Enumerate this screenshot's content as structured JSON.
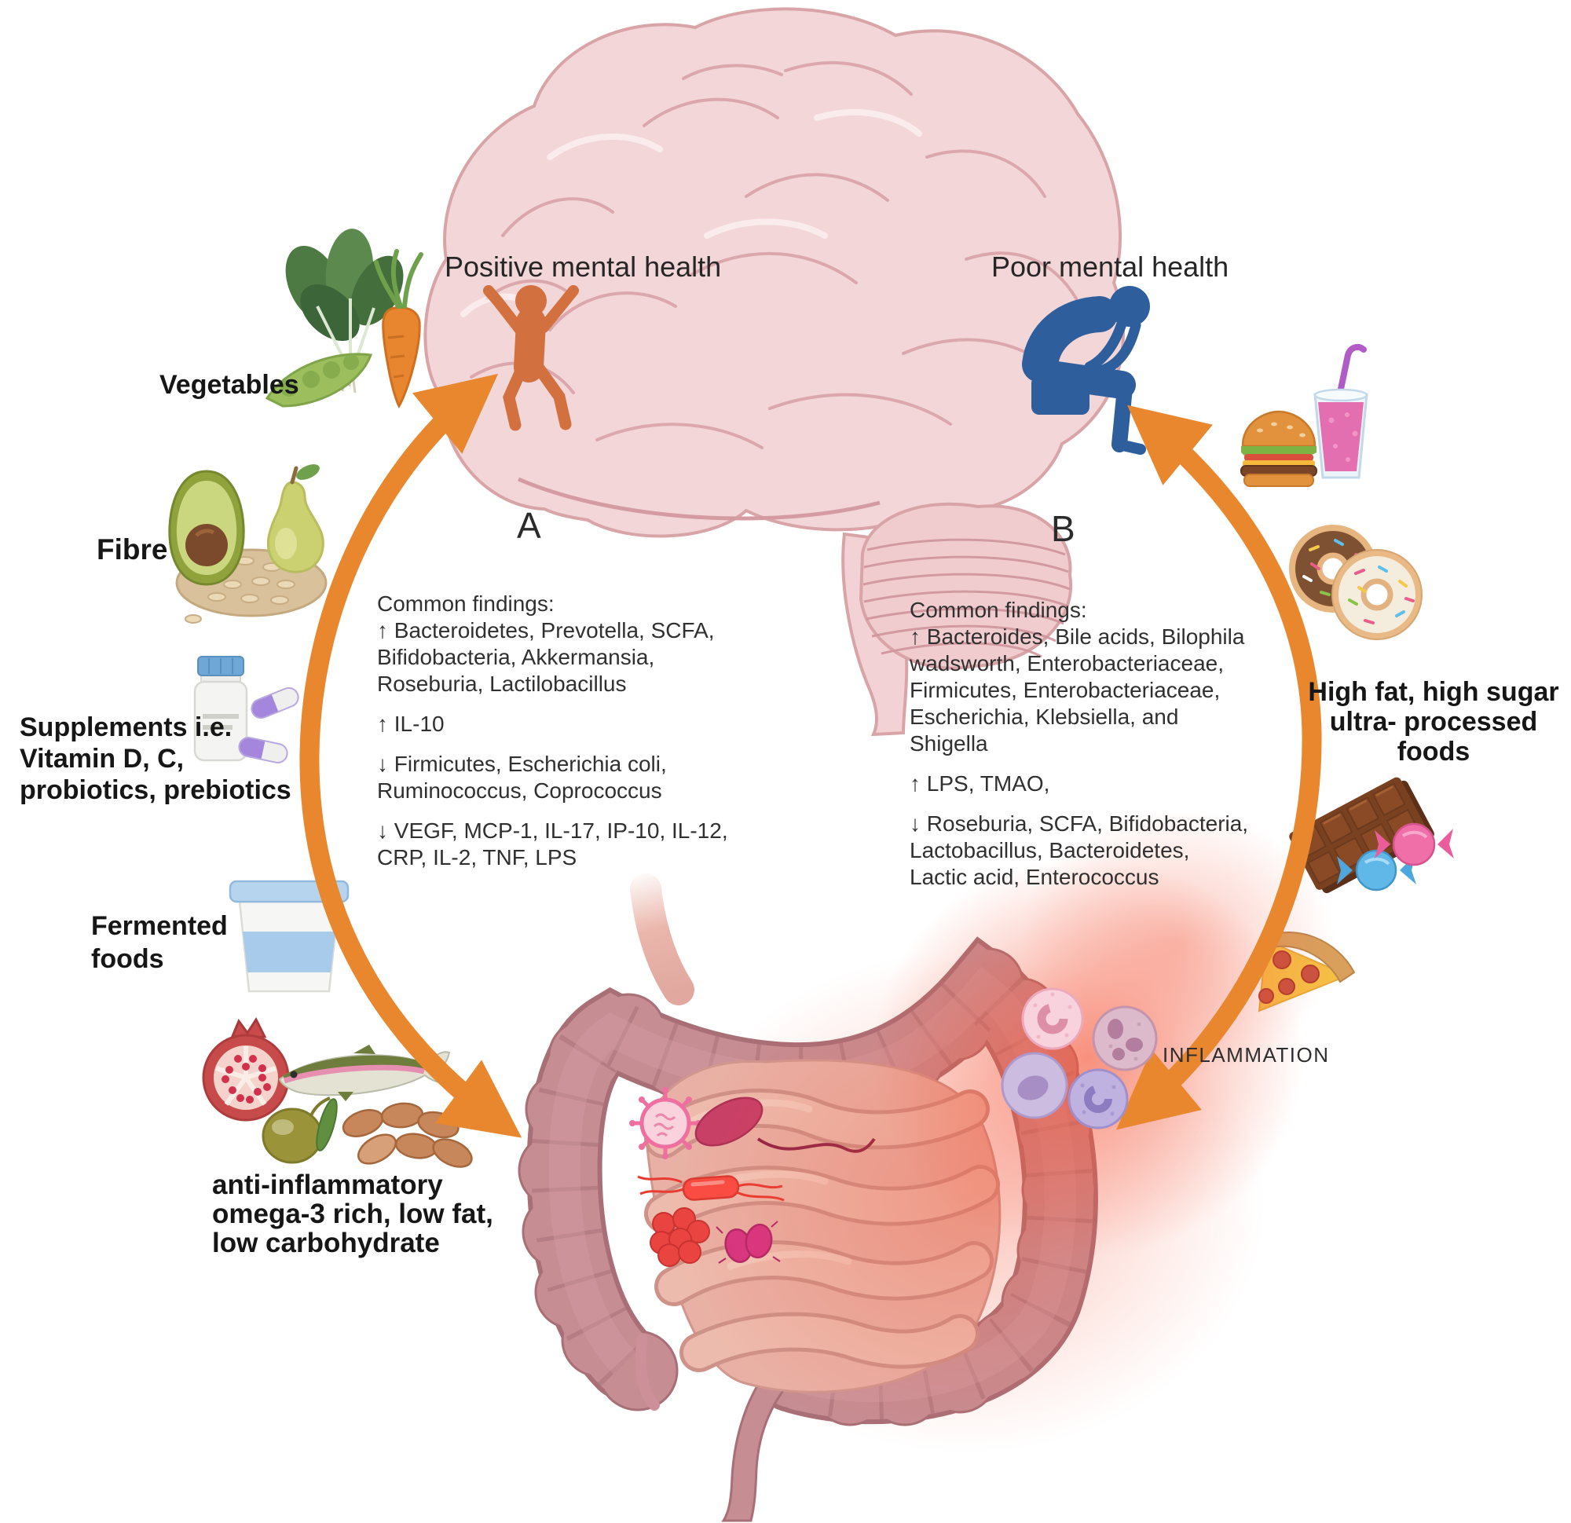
{
  "mental_health": {
    "positive": "Positive mental health",
    "poor": "Poor mental health"
  },
  "sections": {
    "a": "A",
    "b": "B"
  },
  "findings_a": {
    "heading": "Common findings:",
    "item1": "↑ Bacteroidetes, Prevotella, SCFA,\nBifidobacteria, Akkermansia,\nRoseburia, Lactilobacillus",
    "item2": "↑ IL-10",
    "item3": "↓ Firmicutes, Escherichia coli,\nRuminococcus, Coprococcus",
    "item4": "↓ VEGF, MCP-1, IL-17, IP-10, IL-12,\nCRP, IL-2, TNF, LPS"
  },
  "findings_b": {
    "heading": "Common findings:",
    "item1": "↑ Bacteroides, Bile acids, Bilophila\nwadsworth, Enterobacteriaceae,\nFirmicutes, Enterobacteriaceae,\nEscherichia, Klebsiella, and\nShigella",
    "item2": "↑ LPS, TMAO,",
    "item3": "↓ Roseburia, SCFA, Bifidobacteria,\nLactobacillus,  Bacteroidetes,\nLactic acid, Enterococcus"
  },
  "left_labels": {
    "vegetables": "Vegetables",
    "fibre": "Fibre",
    "supplements": "Supplements i.e.\nVitamin D, C,\nprobiotics, prebiotics",
    "fermented": "Fermented\nfoods",
    "anti_inflammatory": "anti-inflammatory\nomega-3 rich, low fat,\nlow carbohydrate"
  },
  "right_labels": {
    "high_fat": "High fat, high sugar\nultra- processed\nfoods",
    "inflammation": "INFLAMMATION"
  },
  "icons": {
    "center": [
      "brain",
      "positive-person",
      "poor-person",
      "gut",
      "virus",
      "bacterium",
      "rod-bacterium",
      "bacteria-cluster",
      "diplococci",
      "immune-cells"
    ],
    "left": [
      "spinach-leaves",
      "pea-pod",
      "carrot",
      "avocado",
      "pear",
      "oats-pile",
      "pill-bottle",
      "capsules",
      "yogurt-tub",
      "pomegranate",
      "fish",
      "olive",
      "almonds"
    ],
    "right": [
      "burger",
      "smoothie-glass",
      "chocolate-donut",
      "sprinkle-donut",
      "chocolate-bar",
      "candy-pink",
      "candy-blue",
      "pizza-slice"
    ],
    "arrows": [
      "positive-cycle-arrow",
      "negative-cycle-arrow"
    ]
  },
  "colors": {
    "arrow_orange": "#E8872E",
    "positive_person": "#D2703F",
    "poor_person": "#2E5E9C",
    "brain_pink": "#F3D6D7",
    "colon": "#C68D93",
    "intestine": "#E9B1A5",
    "inflammation_glow": "#F4573A"
  }
}
